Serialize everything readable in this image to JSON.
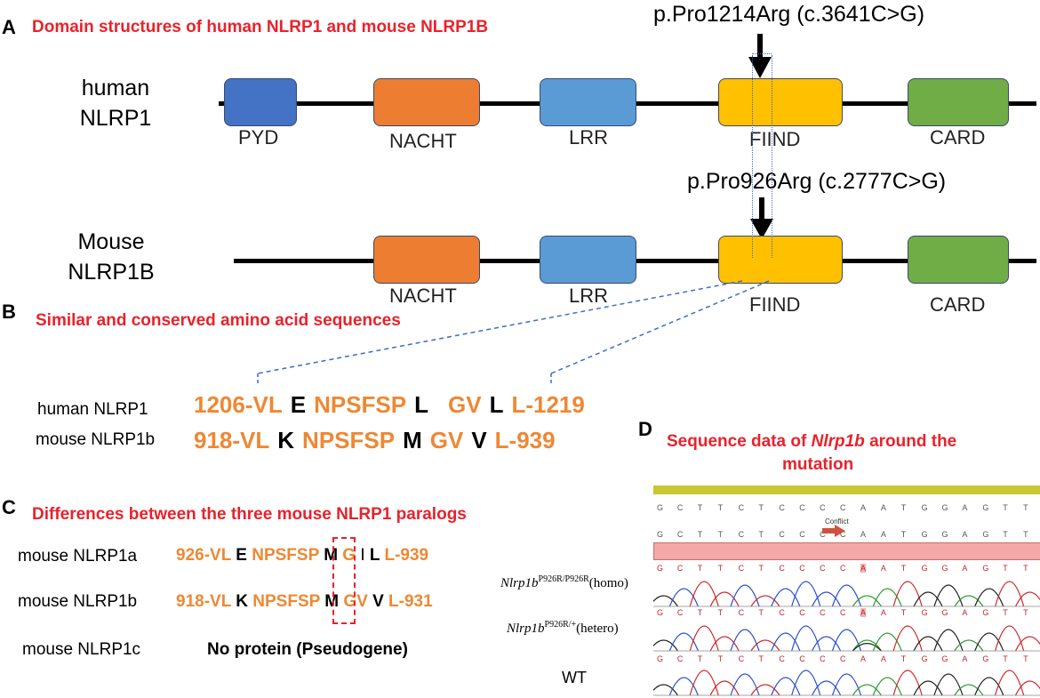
{
  "panels": {
    "A": {
      "letter": "A",
      "title": "Domain structures of human NLRP1 and mouse NLRP1B",
      "human_label": [
        "human",
        "NLRP1"
      ],
      "mouse_label": [
        "Mouse",
        "NLRP1B"
      ],
      "human_mutation": "p.Pro1214Arg (c.3641C>G)",
      "mouse_mutation": "p.Pro926Arg (c.2777C>G)",
      "human_domains": [
        {
          "name": "PYD",
          "color": "#4472c4"
        },
        {
          "name": "NACHT",
          "color": "#ed7d31"
        },
        {
          "name": "LRR",
          "color": "#5b9bd5"
        },
        {
          "name": "FIIND",
          "color": "#ffc000"
        },
        {
          "name": "CARD",
          "color": "#70ad47"
        }
      ],
      "mouse_domains": [
        {
          "name": "NACHT",
          "color": "#ed7d31"
        },
        {
          "name": "LRR",
          "color": "#5b9bd5"
        },
        {
          "name": "FIIND",
          "color": "#ffc000"
        },
        {
          "name": "CARD",
          "color": "#70ad47"
        }
      ]
    },
    "B": {
      "letter": "B",
      "title": "Similar and conserved amino acid sequences",
      "rows": [
        {
          "name": "human NLRP1",
          "tokens": [
            {
              "t": "1206-VL",
              "c": "orange"
            },
            {
              "t": "E",
              "c": "black"
            },
            {
              "t": "NPSFSP",
              "c": "orange"
            },
            {
              "t": "L",
              "c": "black"
            },
            {
              "t": "GV",
              "c": "orange"
            },
            {
              "t": "L",
              "c": "black"
            },
            {
              "t": "L-1219",
              "c": "orange"
            }
          ]
        },
        {
          "name": "mouse NLRP1b",
          "tokens": [
            {
              "t": "918-VL",
              "c": "orange"
            },
            {
              "t": "K",
              "c": "black"
            },
            {
              "t": "NPSFSP",
              "c": "orange"
            },
            {
              "t": "M",
              "c": "black"
            },
            {
              "t": "GV",
              "c": "orange"
            },
            {
              "t": "V",
              "c": "black"
            },
            {
              "t": "L-939",
              "c": "orange"
            }
          ]
        }
      ]
    },
    "C": {
      "letter": "C",
      "title": "Differences between the three mouse NLRP1 paralogs",
      "rows": [
        {
          "name": "mouse NLRP1a",
          "tokens": [
            {
              "t": "926-VL",
              "c": "orange"
            },
            {
              "t": "E",
              "c": "black"
            },
            {
              "t": "NPSFSP",
              "c": "orange"
            },
            {
              "t": "M",
              "c": "black"
            },
            {
              "t": "G",
              "c": "orange"
            },
            {
              "t": "I",
              "c": "black"
            },
            {
              "t": "L",
              "c": "black"
            },
            {
              "t": "L-939",
              "c": "orange"
            }
          ]
        },
        {
          "name": "mouse NLRP1b",
          "tokens": [
            {
              "t": "918-VL",
              "c": "orange"
            },
            {
              "t": "K",
              "c": "black"
            },
            {
              "t": "NPSFSP",
              "c": "orange"
            },
            {
              "t": "M",
              "c": "black"
            },
            {
              "t": "GV",
              "c": "orange"
            },
            {
              "t": "V",
              "c": "black"
            },
            {
              "t": "L-931",
              "c": "orange"
            }
          ]
        },
        {
          "name": "mouse NLRP1c",
          "note": "No protein (Pseudogene)"
        }
      ]
    },
    "D": {
      "letter": "D",
      "title_parts": [
        "Sequence data of ",
        "Nlrp1b",
        " around the",
        "mutation"
      ],
      "bases": [
        "G",
        "C",
        "T",
        "T",
        "C",
        "T",
        "C",
        "C",
        "C",
        "C",
        "A",
        "A",
        "T",
        "G",
        "G",
        "A",
        "G",
        "T",
        "T"
      ],
      "conflict_label": "Conflict",
      "tracks": [
        {
          "gene": "Nlrp1b",
          "sup": "P926R/P926R",
          "suffix": "(homo)"
        },
        {
          "gene": "Nlrp1b",
          "sup": "P926R/+",
          "suffix": "(hetero)"
        },
        {
          "label": "WT"
        }
      ],
      "colors": {
        "bar_top": "#c8c832",
        "bar_conflict": "#f4a8a8",
        "arrow": "#d05040"
      }
    }
  }
}
